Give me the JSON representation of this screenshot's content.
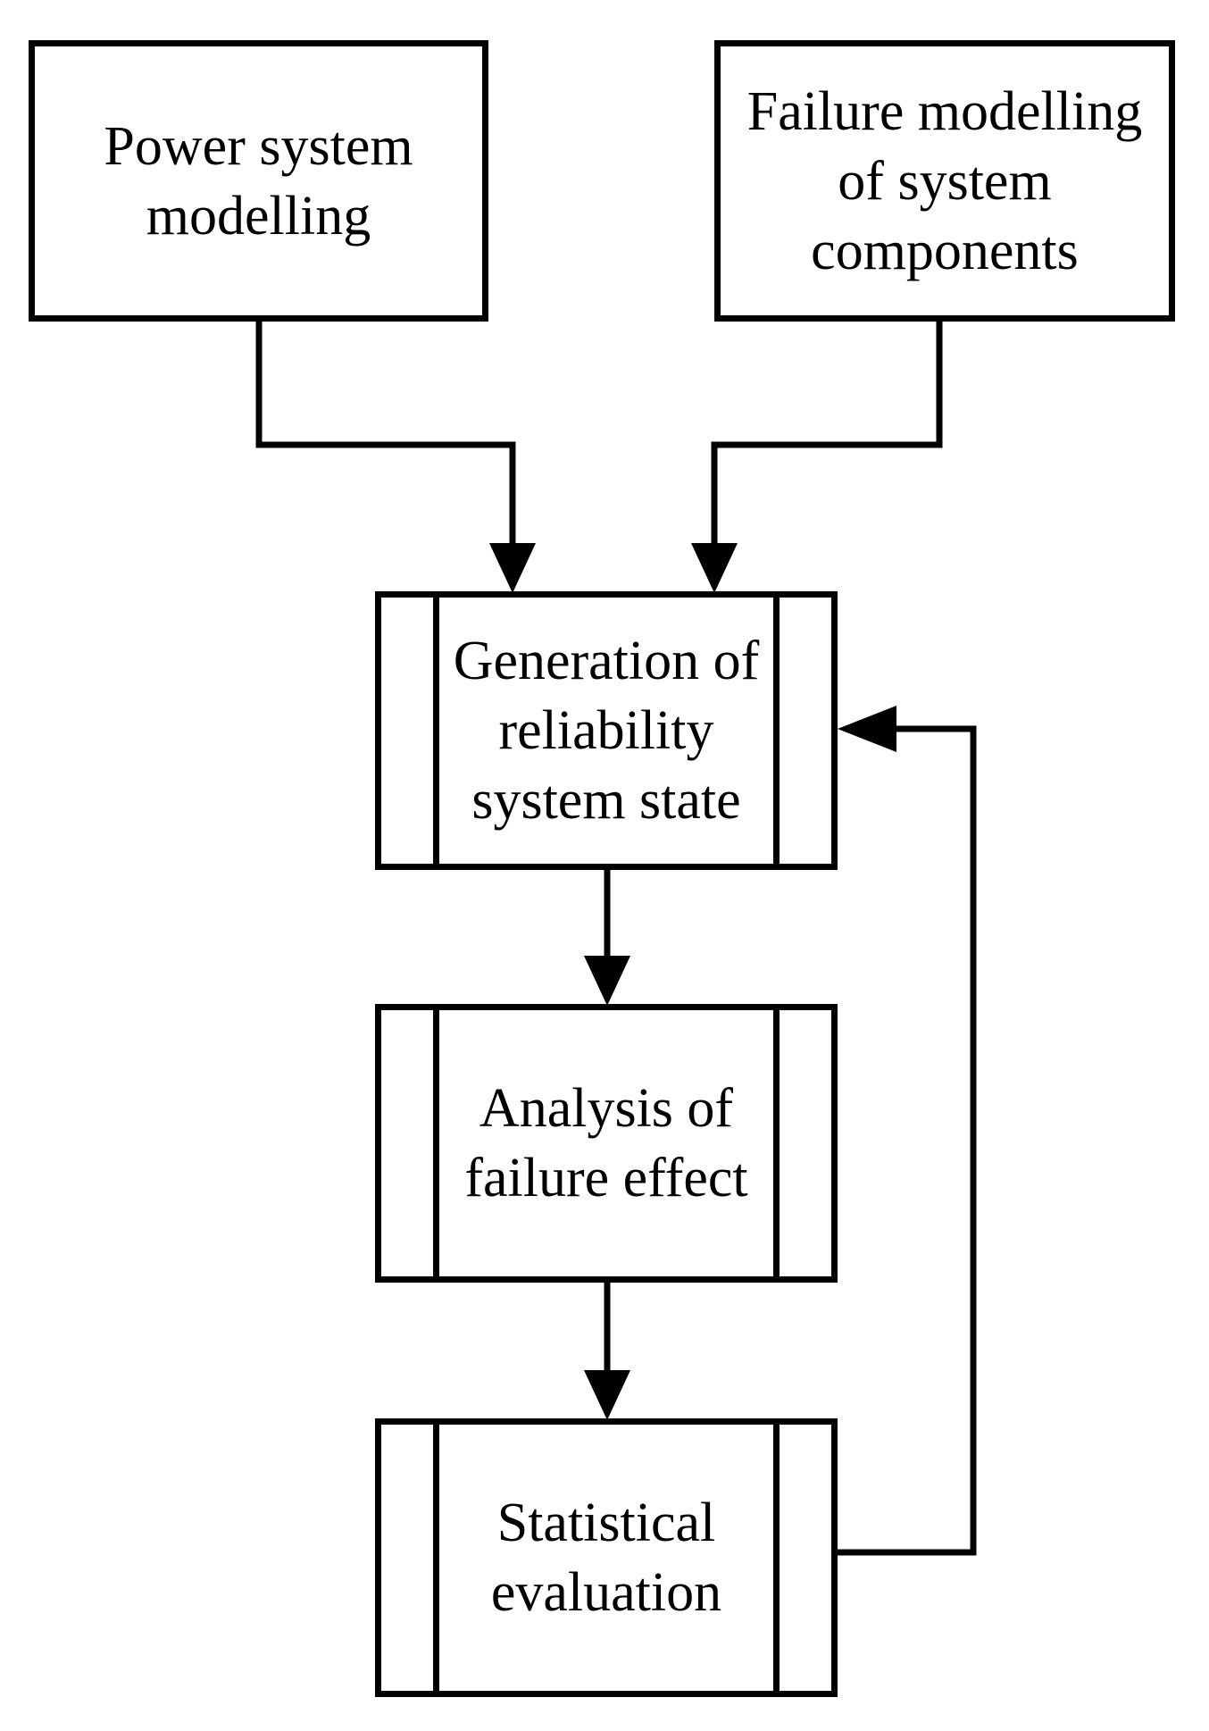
{
  "nodes": {
    "power_system_modelling": {
      "line1": "Power system",
      "line2": "modelling"
    },
    "failure_modelling": {
      "line1": "Failure modelling",
      "line2": "of system",
      "line3": "components"
    },
    "generation": {
      "line1": "Generation of",
      "line2": "reliability",
      "line3": "system state"
    },
    "analysis": {
      "line1": "Analysis of",
      "line2": "failure effect"
    },
    "statistical": {
      "line1": "Statistical",
      "line2": "evaluation"
    }
  },
  "edges": [
    {
      "from": "power_system_modelling",
      "to": "generation"
    },
    {
      "from": "failure_modelling",
      "to": "generation"
    },
    {
      "from": "generation",
      "to": "analysis"
    },
    {
      "from": "analysis",
      "to": "statistical"
    },
    {
      "from": "statistical",
      "to": "generation"
    }
  ]
}
